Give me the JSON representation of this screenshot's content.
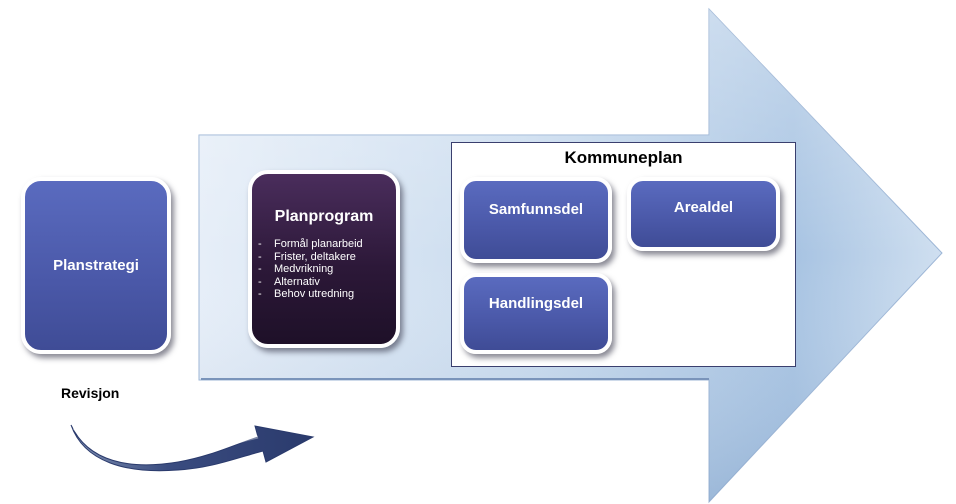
{
  "nodes": {
    "planstrategi": "Planstrategi",
    "planprogram": {
      "title": "Planprogram",
      "items": [
        "Formål planarbeid",
        "Frister, deltakere",
        "Medvrikning",
        "Alternativ",
        "Behov utredning"
      ]
    },
    "kommuneplan": {
      "title": "Kommuneplan",
      "samfunnsdel": "Samfunnsdel",
      "arealdel": "Arealdel",
      "handlingsdel": "Handlingsdel"
    }
  },
  "revisjon": "Revisjon",
  "colors": {
    "box_blue": "#4a58a8",
    "box_dark": "#2c1838",
    "arrow_light": "#dce8f5",
    "arrow_dark": "#8fb0d6"
  }
}
